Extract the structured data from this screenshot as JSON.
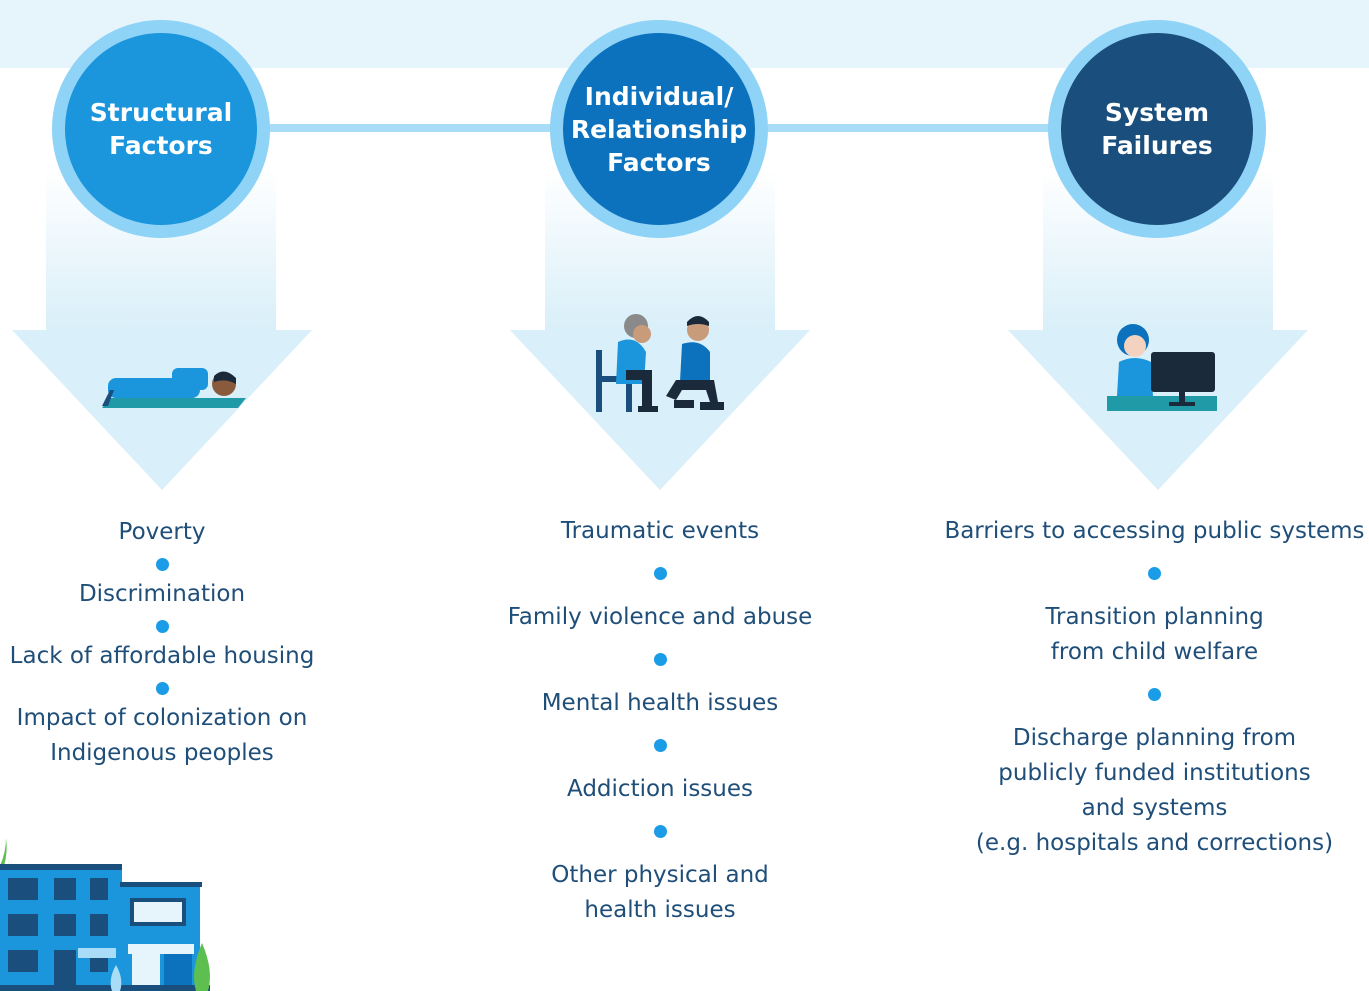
{
  "columns": [
    {
      "title": "Structural\nFactors",
      "items": [
        "Poverty",
        "Discrimination",
        "Lack of affordable housing",
        "Impact of colonization on\nIndigenous peoples"
      ]
    },
    {
      "title": "Individual/\nRelationship\nFactors",
      "items": [
        "Traumatic events",
        "Family violence and abuse",
        "Mental health issues",
        "Addiction issues",
        "Other physical and\nhealth issues"
      ]
    },
    {
      "title": "System\nFailures",
      "items": [
        "Barriers to accessing public systems",
        "Transition planning\nfrom child welfare",
        "Discharge planning from\npublicly funded institutions\nand systems\n(e.g. hospitals and corrections)"
      ]
    }
  ],
  "colors": {
    "structural": "#1b95dc",
    "individual": "#0c72bd",
    "system": "#1a4e7c",
    "ring": "#8fd3f7",
    "dot": "#1b9ce6",
    "text": "#1f4e79"
  },
  "illustrations": [
    "person-lying-down-icon",
    "two-people-talking-icon",
    "person-at-computer-icon",
    "apartment-building-icon"
  ]
}
